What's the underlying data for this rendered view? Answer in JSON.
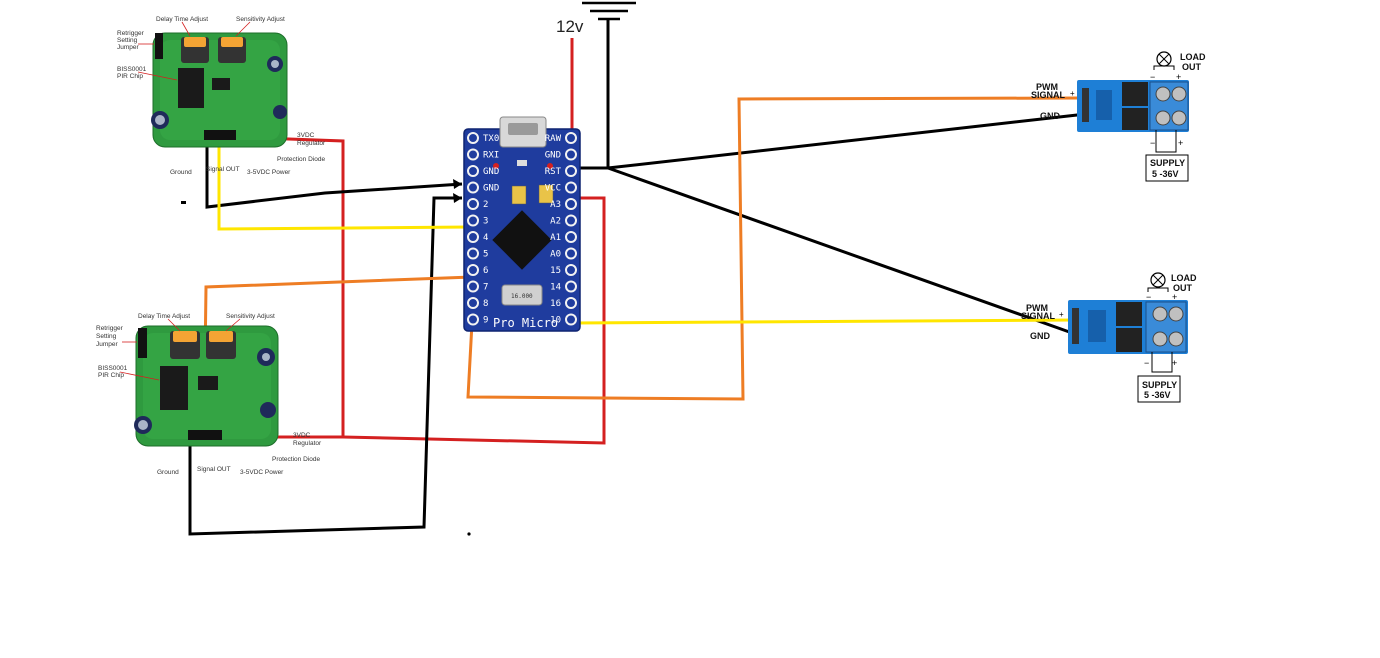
{
  "power": {
    "supply_label": "12v"
  },
  "pir_modules": [
    {
      "delay_label": "Delay Time Adjust",
      "sensitivity_label": "Sensitivity Adjust",
      "jumper_label_1": "Retrigger",
      "jumper_label_2": "Setting",
      "jumper_label_3": "Jumper",
      "chip_label_1": "BISS0001",
      "chip_label_2": "PIR Chip",
      "regulator_label_1": "3VDC",
      "regulator_label_2": "Regulator",
      "diode_label": "Protection Diode",
      "ground_label": "Ground",
      "signal_label": "Signal OUT",
      "power_label": "3-5VDC Power"
    },
    {
      "delay_label": "Delay Time Adjust",
      "sensitivity_label": "Sensitivity Adjust",
      "jumper_label_1": "Retrigger",
      "jumper_label_2": "Setting",
      "jumper_label_3": "Jumper",
      "chip_label_1": "BISS0001",
      "chip_label_2": "PIR Chip",
      "regulator_label_1": "3VDC",
      "regulator_label_2": "Regulator",
      "diode_label": "Protection Diode",
      "ground_label": "Ground",
      "signal_label": "Signal OUT",
      "power_label": "3-5VDC Power"
    }
  ],
  "pro_micro": {
    "board_label": "Pro Micro",
    "left_pins": [
      "TX0",
      "RXI",
      "GND",
      "GND",
      "2",
      "3",
      "4",
      "5",
      "6",
      "7",
      "8",
      "9"
    ],
    "right_pins": [
      "RAW",
      "GND",
      "RST",
      "VCC",
      "A3",
      "A2",
      "A1",
      "A0",
      "15",
      "14",
      "16",
      "10"
    ],
    "crystal_label": "16.000"
  },
  "mosfet_modules": [
    {
      "pwm_label_1": "PWM",
      "pwm_label_2": "SIGNAL",
      "gnd_label": "GND",
      "load_label_1": "LOAD",
      "load_label_2": "OUT",
      "supply_label_1": "SUPPLY",
      "supply_label_2": "5 -36V",
      "minus": "−",
      "plus": "+"
    },
    {
      "pwm_label_1": "PWM",
      "pwm_label_2": "SIGNAL",
      "gnd_label": "GND",
      "load_label_1": "LOAD",
      "load_label_2": "OUT",
      "supply_label_1": "SUPPLY",
      "supply_label_2": "5 -36V",
      "minus": "−",
      "plus": "+"
    }
  ],
  "wire_colors": {
    "power": "#d42020",
    "ground": "#000000",
    "signal_yellow": "#ffe600",
    "signal_orange": "#ee7d24"
  }
}
